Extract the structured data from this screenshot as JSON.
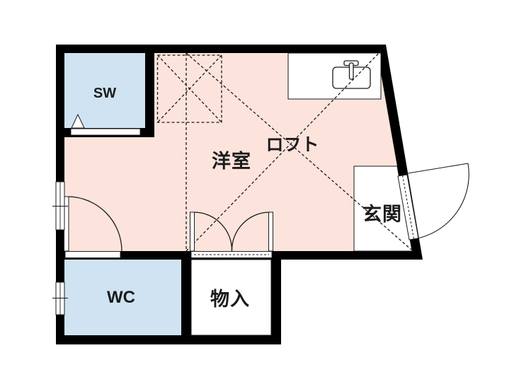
{
  "plan": {
    "type": "floorplan",
    "rooms": {
      "sw": {
        "label": "SW"
      },
      "western": {
        "label": "洋室"
      },
      "loft": {
        "label": "ロフト"
      },
      "entrance": {
        "label": "玄関"
      },
      "wc": {
        "label": "WC"
      },
      "storage": {
        "label": "物入"
      }
    },
    "icons": {
      "kitchen_sink": "sink-with-faucet",
      "entrance_door": "quarter-circle-door-swing",
      "wc_door": "quarter-circle-door-swing",
      "storage_doors": "double-door-swing",
      "sw_door": "folding-door-triangle",
      "windows": "double-line-window",
      "loft_area": "dashed-x-outline"
    },
    "colors": {
      "floor_pink": "#fce4dd",
      "room_blue": "#cfe3f2",
      "wall_black": "#000000",
      "white": "#ffffff",
      "line": "#1a1a1a"
    }
  }
}
